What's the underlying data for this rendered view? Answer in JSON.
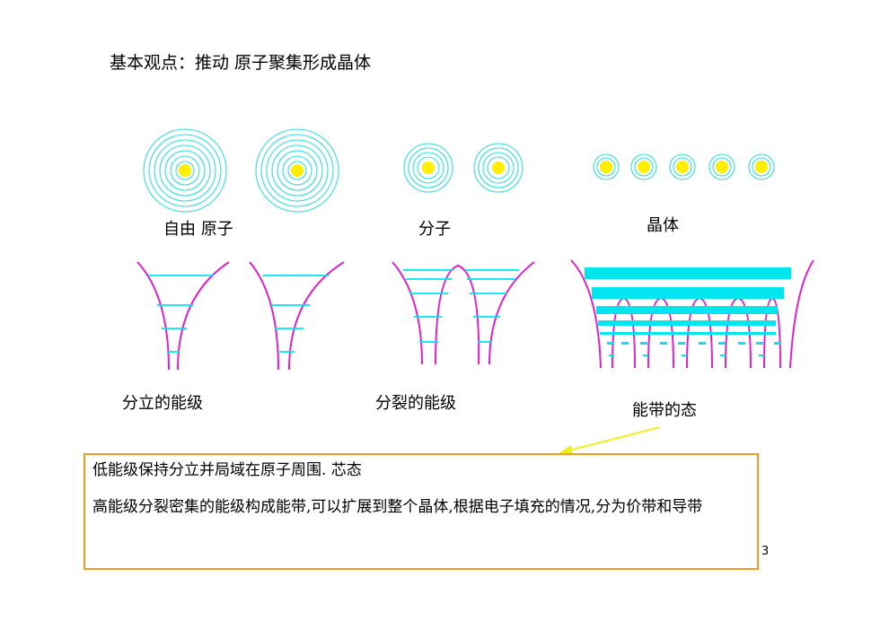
{
  "title": "基本观点：推动 原子聚集形成晶体",
  "labels": {
    "free_atoms": "自由 原子",
    "molecule": "分子",
    "crystal": "晶体",
    "discrete_levels": "分立的能级",
    "split_levels": "分裂的能级",
    "band_states": "能带的态"
  },
  "note": {
    "line1": "低能级保持分立并局域在原子周围. 芯态",
    "line2": "高能级分裂密集的能级构成能带,可以扩展到整个晶体,根据电子填充的情况,分为价带和导带"
  },
  "page_number": "3",
  "colors": {
    "orbit": "#33dddd",
    "nucleus": "#ffee00",
    "well": "#dd22cc",
    "level": "#00e5ee",
    "box_border": "#f59a23",
    "arrow": "#eeee22"
  }
}
